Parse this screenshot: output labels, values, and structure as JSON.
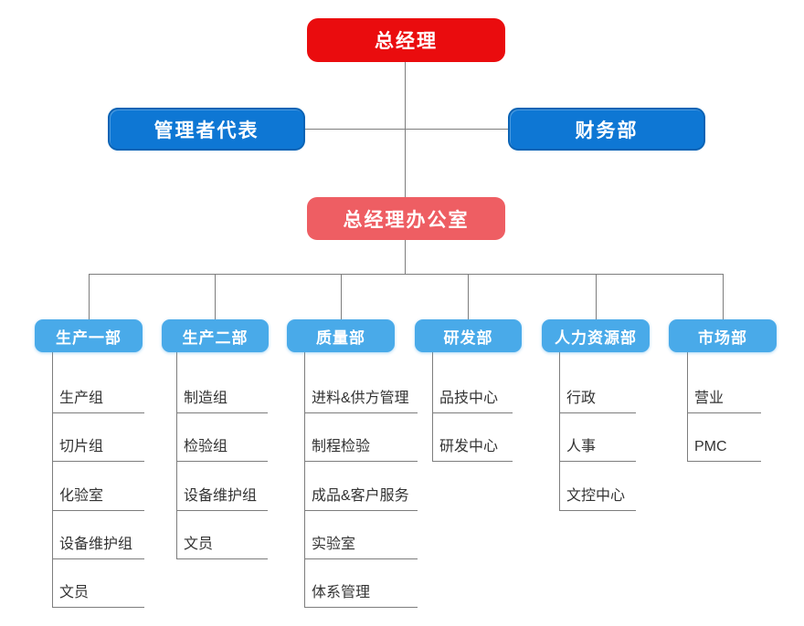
{
  "org": {
    "root": {
      "label": "总经理"
    },
    "level2": [
      {
        "label": "管理者代表"
      },
      {
        "label": "财务部"
      }
    ],
    "office": {
      "label": "总经理办公室"
    },
    "departments": [
      {
        "label": "生产一部",
        "children": [
          "生产组",
          "切片组",
          "化验室",
          "设备维护组",
          "文员"
        ]
      },
      {
        "label": "生产二部",
        "children": [
          "制造组",
          "检验组",
          "设备维护组",
          "文员"
        ]
      },
      {
        "label": "质量部",
        "children": [
          "进料&供方管理",
          "制程检验",
          "成品&客户服务",
          "实验室",
          "体系管理"
        ]
      },
      {
        "label": "研发部",
        "children": [
          "品技中心",
          "研发中心"
        ]
      },
      {
        "label": "人力资源部",
        "children": [
          "行政",
          "人事",
          "文控中心"
        ]
      },
      {
        "label": "市场部",
        "children": [
          "营业",
          "PMC"
        ]
      }
    ]
  },
  "colors": {
    "root_bg": "#ea0c0e",
    "level2_bg": "#0e77d4",
    "level2_border": "#0a63b5",
    "office_bg": "#ee5e63",
    "dept_bg": "#49aae9",
    "line": "#7d7d7d",
    "text": "#333333"
  }
}
